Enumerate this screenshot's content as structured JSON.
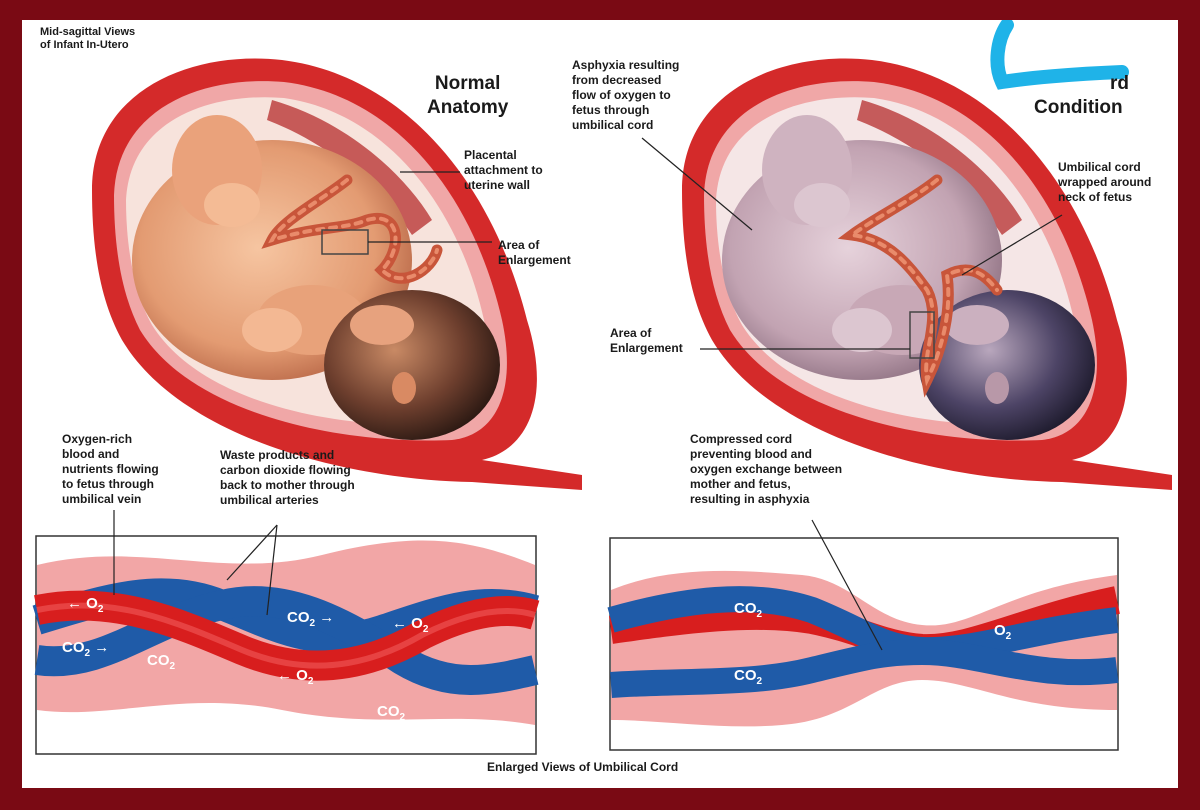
{
  "header": {
    "views_label": "Mid-sagittal Views\nof Infant In-Utero"
  },
  "normal": {
    "title": "Normal\nAnatomy",
    "placental_label": "Placental\nattachment to\nuterine wall",
    "area_label": "Area of\nEnlargement"
  },
  "cord_condition": {
    "title_fragment": "rd",
    "title_word": "Condition",
    "asphyxia_label": "Asphyxia resulting\nfrom decreased\nflow of oxygen to\nfetus through\numbilical cord",
    "wrapped_label": "Umbilical cord\nwrapped around\nneck of fetus",
    "area_label": "Area of\nEnlargement"
  },
  "cord_views": {
    "oxygen_label": "Oxygen-rich\nblood and\nnutrients flowing\nto fetus through\numbilical vein",
    "waste_label": "Waste products and\ncarbon dioxide flowing\nback to mother through\numbilical arteries",
    "compressed_label": "Compressed cord\npreventing blood and\noxygen exchange between\nmother and fetus,\nresulting in asphyxia",
    "footer_caption": "Enlarged Views of Umbilical Cord",
    "o2_base": "O",
    "o2_sub": "2",
    "co2_base": "CO",
    "co2_sub": "2"
  },
  "colors": {
    "frame": "#7a0a14",
    "uterus": "#d42a2a",
    "uterus_inner": "#f0a7a7",
    "vein": "#d81e1e",
    "artery": "#1f5ba8",
    "cord_sheath": "#f2a6a6",
    "fetus_normal": "#e8a27a",
    "fetus_asphyxia": "#c8a8b6",
    "annotation_mark": "#1fb3e8"
  }
}
